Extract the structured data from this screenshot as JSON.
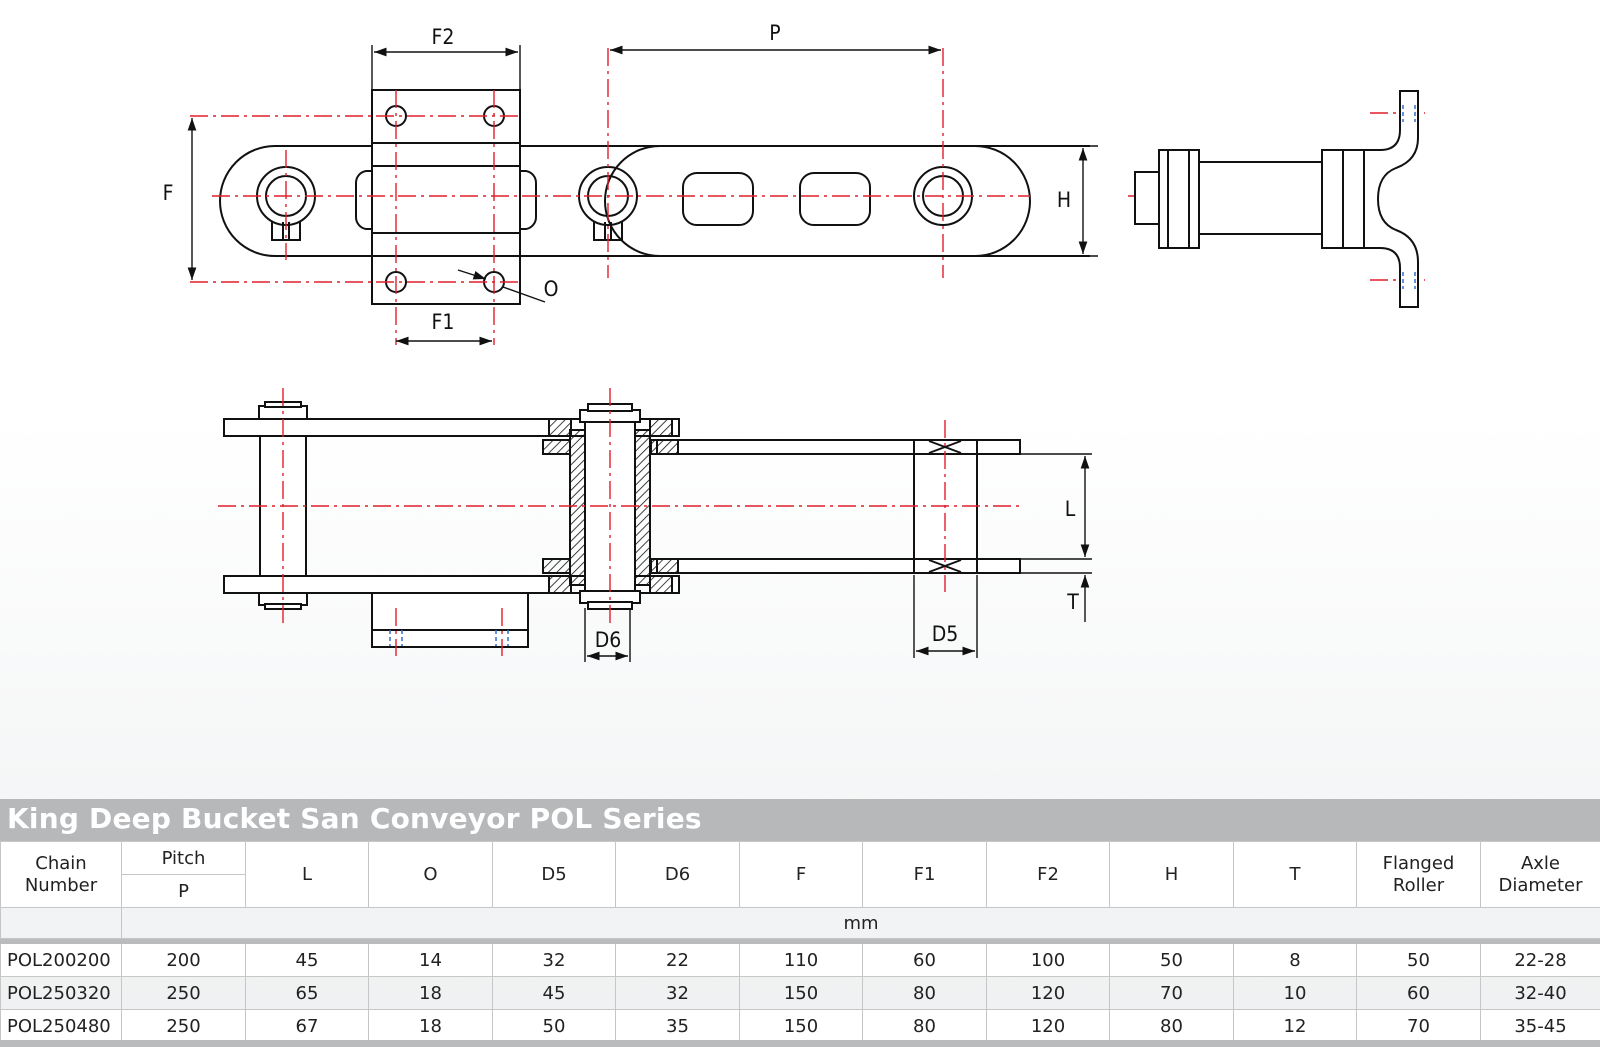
{
  "drawing": {
    "labels": {
      "F2": "F2",
      "P": "P",
      "F": "F",
      "H": "H",
      "O": "O",
      "F1": "F1",
      "L": "L",
      "T": "T",
      "D6": "D6",
      "D5": "D5"
    }
  },
  "table": {
    "title": "King Deep Bucket San Conveyor POL Series",
    "headers": {
      "chain_number": "Chain Number",
      "pitch": "Pitch",
      "pitch_sub": "P",
      "L": "L",
      "O": "O",
      "D5": "D5",
      "D6": "D6",
      "F": "F",
      "F1": "F1",
      "F2": "F2",
      "H": "H",
      "T": "T",
      "flanged_roller": "Flanged Roller",
      "axle_diameter": "Axle Diameter"
    },
    "units": "mm",
    "rows": [
      [
        "POL200200",
        "200",
        "45",
        "14",
        "32",
        "22",
        "110",
        "60",
        "100",
        "50",
        "8",
        "50",
        "22-28"
      ],
      [
        "POL250320",
        "250",
        "65",
        "18",
        "45",
        "32",
        "150",
        "80",
        "120",
        "70",
        "10",
        "60",
        "32-40"
      ],
      [
        "POL250480",
        "250",
        "67",
        "18",
        "50",
        "35",
        "150",
        "80",
        "120",
        "80",
        "12",
        "70",
        "35-45"
      ]
    ]
  }
}
